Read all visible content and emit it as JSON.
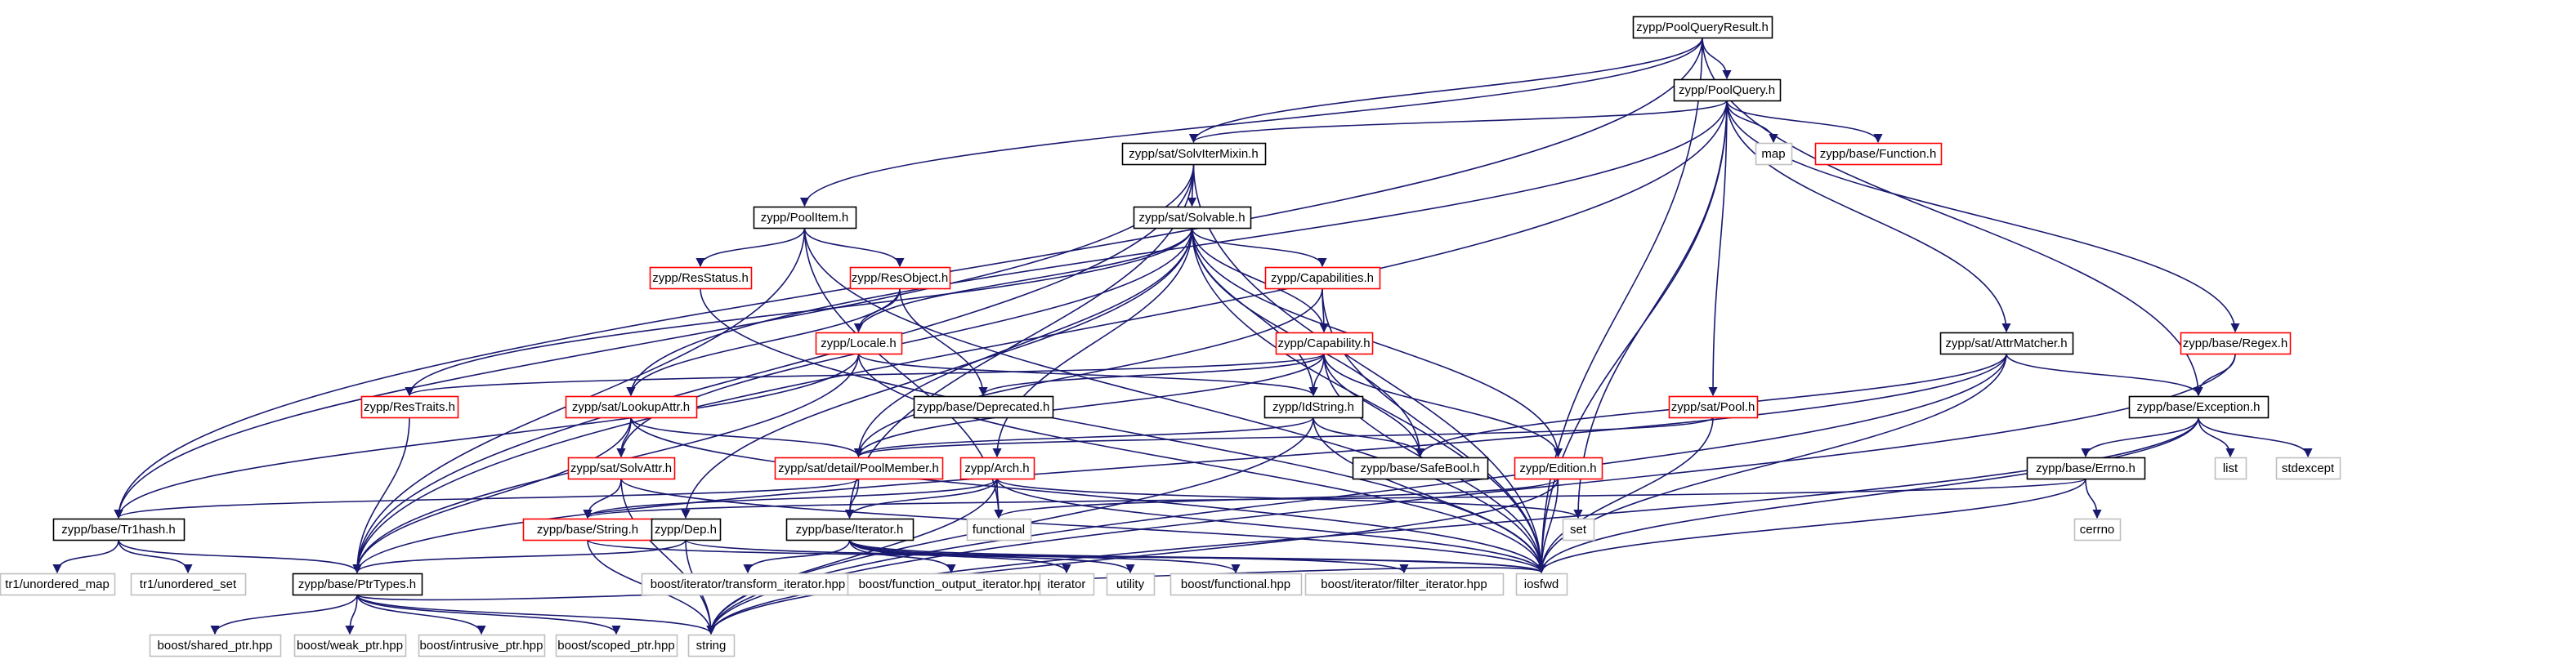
{
  "colors": {
    "edge": "#191970",
    "border_defined": "#000000",
    "border_truncated": "#ff0000",
    "border_external": "#bfbfbf",
    "root_fill": "#bfbfbf"
  },
  "nodes": [
    {
      "id": "PoolQueryResult",
      "label": "zypp/PoolQueryResult.h",
      "kind": "root"
    },
    {
      "id": "PoolQuery",
      "label": "zypp/PoolQuery.h",
      "kind": "defined"
    },
    {
      "id": "SolvIterMixin",
      "label": "zypp/sat/SolvIterMixin.h",
      "kind": "defined"
    },
    {
      "id": "PoolItem",
      "label": "zypp/PoolItem.h",
      "kind": "defined"
    },
    {
      "id": "Solvable",
      "label": "zypp/sat/Solvable.h",
      "kind": "defined"
    },
    {
      "id": "map",
      "label": "map",
      "kind": "external"
    },
    {
      "id": "Function",
      "label": "zypp/base/Function.h",
      "kind": "truncated"
    },
    {
      "id": "ResStatus",
      "label": "zypp/ResStatus.h",
      "kind": "truncated"
    },
    {
      "id": "ResObject",
      "label": "zypp/ResObject.h",
      "kind": "truncated"
    },
    {
      "id": "Capabilities",
      "label": "zypp/Capabilities.h",
      "kind": "truncated"
    },
    {
      "id": "Locale",
      "label": "zypp/Locale.h",
      "kind": "truncated"
    },
    {
      "id": "Capability",
      "label": "zypp/Capability.h",
      "kind": "truncated"
    },
    {
      "id": "AttrMatcher",
      "label": "zypp/sat/AttrMatcher.h",
      "kind": "defined"
    },
    {
      "id": "Regex",
      "label": "zypp/base/Regex.h",
      "kind": "truncated"
    },
    {
      "id": "ResTraits",
      "label": "zypp/ResTraits.h",
      "kind": "truncated"
    },
    {
      "id": "LookupAttr",
      "label": "zypp/sat/LookupAttr.h",
      "kind": "truncated"
    },
    {
      "id": "Deprecated",
      "label": "zypp/base/Deprecated.h",
      "kind": "defined"
    },
    {
      "id": "IdString",
      "label": "zypp/IdString.h",
      "kind": "defined"
    },
    {
      "id": "Pool",
      "label": "zypp/sat/Pool.h",
      "kind": "truncated"
    },
    {
      "id": "Exception",
      "label": "zypp/base/Exception.h",
      "kind": "defined"
    },
    {
      "id": "PoolMember",
      "label": "zypp/sat/detail/PoolMember.h",
      "kind": "truncated"
    },
    {
      "id": "SolvAttr",
      "label": "zypp/sat/SolvAttr.h",
      "kind": "truncated"
    },
    {
      "id": "Arch",
      "label": "zypp/Arch.h",
      "kind": "truncated"
    },
    {
      "id": "SafeBool",
      "label": "zypp/base/SafeBool.h",
      "kind": "defined"
    },
    {
      "id": "Edition",
      "label": "zypp/Edition.h",
      "kind": "truncated"
    },
    {
      "id": "Errno",
      "label": "zypp/base/Errno.h",
      "kind": "defined"
    },
    {
      "id": "list",
      "label": "list",
      "kind": "external"
    },
    {
      "id": "stdexcept",
      "label": "stdexcept",
      "kind": "external"
    },
    {
      "id": "Tr1hash",
      "label": "zypp/base/Tr1hash.h",
      "kind": "defined"
    },
    {
      "id": "String",
      "label": "zypp/base/String.h",
      "kind": "truncated"
    },
    {
      "id": "Dep",
      "label": "zypp/Dep.h",
      "kind": "defined"
    },
    {
      "id": "Iterator",
      "label": "zypp/base/Iterator.h",
      "kind": "defined"
    },
    {
      "id": "functional",
      "label": "functional",
      "kind": "external"
    },
    {
      "id": "set",
      "label": "set",
      "kind": "external"
    },
    {
      "id": "cerrno",
      "label": "cerrno",
      "kind": "external"
    },
    {
      "id": "unordered_map",
      "label": "tr1/unordered_map",
      "kind": "external"
    },
    {
      "id": "unordered_set",
      "label": "tr1/unordered_set",
      "kind": "external"
    },
    {
      "id": "PtrTypes",
      "label": "zypp/base/PtrTypes.h",
      "kind": "defined"
    },
    {
      "id": "transform_iterator",
      "label": "boost/iterator/transform_iterator.hpp",
      "kind": "external"
    },
    {
      "id": "function_output_iterator",
      "label": "boost/function_output_iterator.hpp",
      "kind": "external"
    },
    {
      "id": "iterator",
      "label": "iterator",
      "kind": "external"
    },
    {
      "id": "utility",
      "label": "utility",
      "kind": "external"
    },
    {
      "id": "boost_functional",
      "label": "boost/functional.hpp",
      "kind": "external"
    },
    {
      "id": "filter_iterator",
      "label": "boost/iterator/filter_iterator.hpp",
      "kind": "external"
    },
    {
      "id": "iosfwd",
      "label": "iosfwd",
      "kind": "external"
    },
    {
      "id": "shared_ptr",
      "label": "boost/shared_ptr.hpp",
      "kind": "external"
    },
    {
      "id": "weak_ptr",
      "label": "boost/weak_ptr.hpp",
      "kind": "external"
    },
    {
      "id": "intrusive_ptr",
      "label": "boost/intrusive_ptr.hpp",
      "kind": "external"
    },
    {
      "id": "scoped_ptr",
      "label": "boost/scoped_ptr.hpp",
      "kind": "external"
    },
    {
      "id": "string",
      "label": "string",
      "kind": "external"
    }
  ],
  "edges": [
    [
      "PoolQueryResult",
      "PoolQuery"
    ],
    [
      "PoolQueryResult",
      "SolvIterMixin"
    ],
    [
      "PoolQueryResult",
      "PoolItem"
    ],
    [
      "PoolQueryResult",
      "Tr1hash"
    ],
    [
      "PoolQueryResult",
      "Exception"
    ],
    [
      "PoolQueryResult",
      "iosfwd"
    ],
    [
      "PoolQuery",
      "SolvIterMixin"
    ],
    [
      "PoolQuery",
      "map"
    ],
    [
      "PoolQuery",
      "Function"
    ],
    [
      "PoolQuery",
      "AttrMatcher"
    ],
    [
      "PoolQuery",
      "Regex"
    ],
    [
      "PoolQuery",
      "Pool"
    ],
    [
      "PoolQuery",
      "LookupAttr"
    ],
    [
      "PoolQuery",
      "PtrTypes"
    ],
    [
      "PoolQuery",
      "set"
    ],
    [
      "PoolQuery",
      "iosfwd"
    ],
    [
      "SolvIterMixin",
      "Solvable"
    ],
    [
      "SolvIterMixin",
      "Tr1hash"
    ],
    [
      "SolvIterMixin",
      "PtrTypes"
    ],
    [
      "SolvIterMixin",
      "Iterator"
    ],
    [
      "SolvIterMixin",
      "iosfwd"
    ],
    [
      "PoolItem",
      "ResStatus"
    ],
    [
      "PoolItem",
      "ResObject"
    ],
    [
      "PoolItem",
      "PtrTypes"
    ],
    [
      "PoolItem",
      "iosfwd"
    ],
    [
      "PoolItem",
      "functional"
    ],
    [
      "Solvable",
      "Capabilities"
    ],
    [
      "Solvable",
      "Capability"
    ],
    [
      "Solvable",
      "Locale"
    ],
    [
      "Solvable",
      "IdString"
    ],
    [
      "Solvable",
      "Edition"
    ],
    [
      "Solvable",
      "Arch"
    ],
    [
      "Solvable",
      "SafeBool"
    ],
    [
      "Solvable",
      "PoolMember"
    ],
    [
      "Solvable",
      "SolvAttr"
    ],
    [
      "Solvable",
      "ResTraits"
    ],
    [
      "Solvable",
      "Dep"
    ],
    [
      "Solvable",
      "iosfwd"
    ],
    [
      "ResStatus",
      "iosfwd"
    ],
    [
      "ResObject",
      "Locale"
    ],
    [
      "ResObject",
      "Deprecated"
    ],
    [
      "ResObject",
      "LookupAttr"
    ],
    [
      "Capabilities",
      "Capability"
    ],
    [
      "Capabilities",
      "PoolMember"
    ],
    [
      "Capabilities",
      "iosfwd"
    ],
    [
      "Locale",
      "IdString"
    ],
    [
      "Locale",
      "Tr1hash"
    ],
    [
      "Locale",
      "PtrTypes"
    ],
    [
      "Locale",
      "iosfwd"
    ],
    [
      "Capability",
      "IdString"
    ],
    [
      "Capability",
      "Edition"
    ],
    [
      "Capability",
      "SafeBool"
    ],
    [
      "Capability",
      "ResTraits"
    ],
    [
      "Capability",
      "PoolMember"
    ],
    [
      "Capability",
      "Deprecated"
    ],
    [
      "Capability",
      "iosfwd"
    ],
    [
      "AttrMatcher",
      "Exception"
    ],
    [
      "AttrMatcher",
      "SafeBool"
    ],
    [
      "AttrMatcher",
      "PtrTypes"
    ],
    [
      "AttrMatcher",
      "string"
    ],
    [
      "AttrMatcher",
      "iosfwd"
    ],
    [
      "Regex",
      "Exception"
    ],
    [
      "Regex",
      "string"
    ],
    [
      "ResTraits",
      "PtrTypes"
    ],
    [
      "LookupAttr",
      "SolvAttr"
    ],
    [
      "LookupAttr",
      "PoolMember"
    ],
    [
      "LookupAttr",
      "PtrTypes"
    ],
    [
      "LookupAttr",
      "iosfwd"
    ],
    [
      "IdString",
      "PoolMember"
    ],
    [
      "IdString",
      "SafeBool"
    ],
    [
      "IdString",
      "string"
    ],
    [
      "IdString",
      "iosfwd"
    ],
    [
      "Pool",
      "PoolMember"
    ],
    [
      "Pool",
      "iosfwd"
    ],
    [
      "Exception",
      "Errno"
    ],
    [
      "Exception",
      "list"
    ],
    [
      "Exception",
      "stdexcept"
    ],
    [
      "Exception",
      "string"
    ],
    [
      "Exception",
      "iosfwd"
    ],
    [
      "PoolMember",
      "Iterator"
    ],
    [
      "PoolMember",
      "Tr1hash"
    ],
    [
      "SolvAttr",
      "String"
    ],
    [
      "SolvAttr",
      "string"
    ],
    [
      "SolvAttr",
      "iosfwd"
    ],
    [
      "Arch",
      "String"
    ],
    [
      "Arch",
      "Iterator"
    ],
    [
      "Arch",
      "functional"
    ],
    [
      "Arch",
      "set"
    ],
    [
      "Arch",
      "string"
    ],
    [
      "Arch",
      "iosfwd"
    ],
    [
      "Edition",
      "functional"
    ],
    [
      "Edition",
      "string"
    ],
    [
      "Edition",
      "iosfwd"
    ],
    [
      "Errno",
      "String"
    ],
    [
      "Errno",
      "cerrno"
    ],
    [
      "Errno",
      "iosfwd"
    ],
    [
      "Tr1hash",
      "unordered_map"
    ],
    [
      "Tr1hash",
      "unordered_set"
    ],
    [
      "Tr1hash",
      "PtrTypes"
    ],
    [
      "String",
      "string"
    ],
    [
      "String",
      "iosfwd"
    ],
    [
      "Dep",
      "string"
    ],
    [
      "Dep",
      "iosfwd"
    ],
    [
      "Dep",
      "PtrTypes"
    ],
    [
      "Iterator",
      "transform_iterator"
    ],
    [
      "Iterator",
      "function_output_iterator"
    ],
    [
      "Iterator",
      "iterator"
    ],
    [
      "Iterator",
      "utility"
    ],
    [
      "Iterator",
      "boost_functional"
    ],
    [
      "Iterator",
      "filter_iterator"
    ],
    [
      "PtrTypes",
      "shared_ptr"
    ],
    [
      "PtrTypes",
      "weak_ptr"
    ],
    [
      "PtrTypes",
      "intrusive_ptr"
    ],
    [
      "PtrTypes",
      "scoped_ptr"
    ],
    [
      "PtrTypes",
      "string"
    ],
    [
      "PtrTypes",
      "iosfwd"
    ]
  ]
}
